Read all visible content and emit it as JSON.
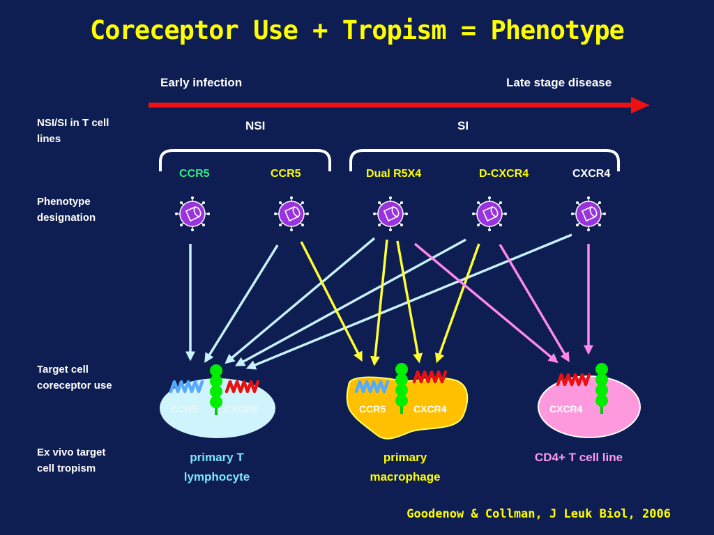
{
  "title": "Coreceptor Use + Tropism = Phenotype",
  "timeline": {
    "start": "Early infection",
    "end": "Late stage disease"
  },
  "groups": {
    "nsi": "NSI",
    "si": "SI"
  },
  "row_labels": {
    "nsi_si": "NSI/SI in T cell lines",
    "phenotype": "Phenotype designation",
    "coreceptor": "Target cell coreceptor use",
    "tropism": "Ex vivo target cell tropism"
  },
  "phenotypes": [
    {
      "label": "CCR5",
      "color": "#33ee88"
    },
    {
      "label": "CCR5",
      "color": "#ffff00"
    },
    {
      "label": "Dual R5X4",
      "color": "#ffff00"
    },
    {
      "label": "D-CXCR4",
      "color": "#ffff00"
    },
    {
      "label": "CXCR4",
      "color": "#ffffff"
    }
  ],
  "cells": [
    {
      "name": "primary T lymphocyte",
      "ccr5": "CCR5",
      "cxcr4": "CXCR4",
      "fill": "#d0f4fc",
      "label_color": "#7fe6ff",
      "receptor_text_color": "#e8f6fb"
    },
    {
      "name": "primary macrophage",
      "ccr5": "CCR5",
      "cxcr4": "CXCR4",
      "fill": "#ffc000",
      "label_color": "#ffff00",
      "receptor_text_color": "#ffffff"
    },
    {
      "name": "CD4+ T cell line",
      "cxcr4": "CXCR4",
      "fill": "#ff99dd",
      "label_color": "#ff99ee",
      "receptor_text_color": "#ffffff"
    }
  ],
  "arrow_colors": {
    "timeline": "#ee1111",
    "lymphocyte": "#c8f2fa",
    "macrophage": "#ffff33",
    "cell_line": "#ff88ee"
  },
  "citation": "Goodenow & Collman, J Leuk Biol, 2006"
}
